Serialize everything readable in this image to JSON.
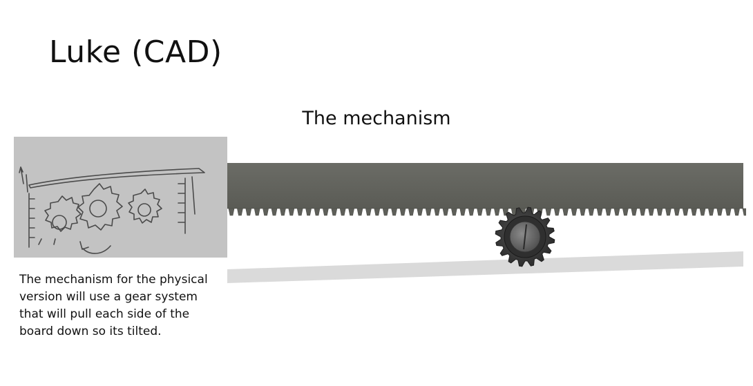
{
  "slide": {
    "title": "Luke (CAD)",
    "heading": "The mechanism"
  },
  "sketch_panel": {
    "background_color": "#c3c3c3",
    "icon": "hand-drawn-gear-sketch"
  },
  "caption": {
    "text": "The mechanism for the physical version will use a gear system that will pull each side of the board down so its tilted."
  },
  "cad_render": {
    "rack_color": "#63645e",
    "gear_color": "#3d3d3d",
    "shadow_color": "#d9d9d9",
    "icon": "rack-and-pinion-render"
  }
}
